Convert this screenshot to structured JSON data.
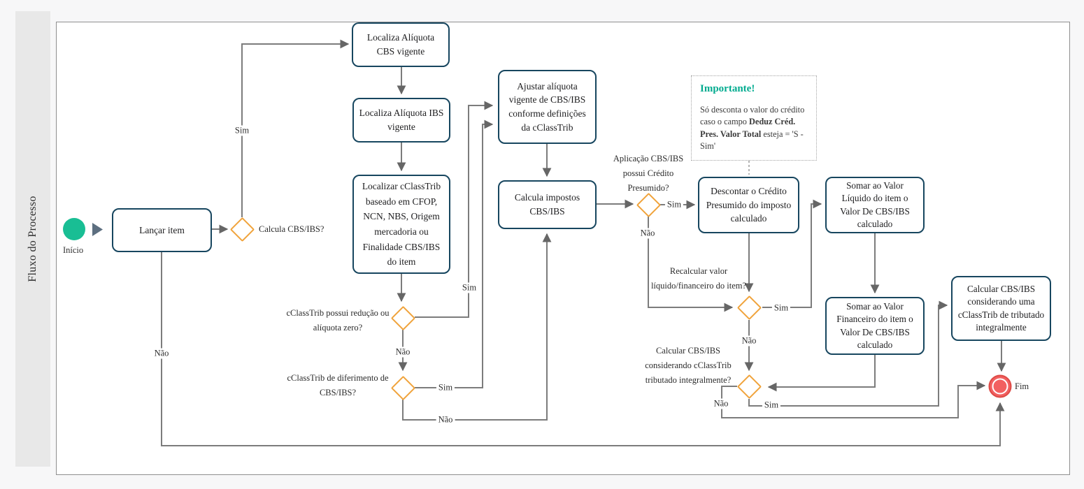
{
  "lane": {
    "title": "Fluxo do Processo"
  },
  "start": {
    "label": "Início"
  },
  "end": {
    "label": "Fim"
  },
  "nodes": {
    "lancar_item": {
      "label": "Lançar item"
    },
    "localiza_cbs": {
      "label": "Localiza Alíquota CBS vigente"
    },
    "localiza_ibs": {
      "label": "Localiza Alíquota IBS vigente"
    },
    "localizar_cclasstrib": {
      "label": "Localizar cClassTrib baseado em CFOP, NCN, NBS, Origem mercadoria ou Finalidade CBS/IBS do item"
    },
    "ajustar_aliquota": {
      "label": "Ajustar alíquota vigente de CBS/IBS conforme definições da cClassTrib"
    },
    "calcula_impostos": {
      "label": "Calcula impostos CBS/IBS"
    },
    "descontar_credito": {
      "label": "Descontar o Crédito Presumido do imposto calculado"
    },
    "somar_liquido": {
      "label": "Somar ao Valor Líquido do item o Valor De CBS/IBS calculado"
    },
    "somar_financeiro": {
      "label": "Somar ao Valor Financeiro do item o Valor De CBS/IBS calculado"
    },
    "calcular_integral": {
      "label": "Calcular CBS/IBS considerando uma cClassTrib de tributado integralmente"
    }
  },
  "decisions": {
    "calcula_cbs_ibs": {
      "label": "Calcula CBS/IBS?"
    },
    "reducao_aliquota_zero": {
      "label": "cClassTrib possui redução ou alíquota zero?"
    },
    "diferimento": {
      "label": "cClassTrib de diferimento de CBS/IBS?"
    },
    "credito_presumido": {
      "label": "Aplicação CBS/IBS possui Crédito Presumido?"
    },
    "recalcular_valor": {
      "label": "Recalcular valor líquido/financeiro do item?"
    },
    "tributado_integralmente": {
      "label": "Calcular CBS/IBS considerando cClassTrib tributado integralmente?"
    }
  },
  "labels": {
    "sim": "Sim",
    "nao": "Não"
  },
  "note": {
    "title": "Importante!",
    "text_before": "Só desconta o valor do crédito caso  o campo ",
    "text_bold": "Deduz Créd. Pres. Valor Total",
    "text_after": " esteja  = 'S - Sim'"
  },
  "colors": {
    "start_green": "#19be94",
    "end_red": "#f26060",
    "diamond_orange": "#f0a33b",
    "box_border": "#17465f",
    "connector_gray": "#7c7c7c",
    "note_accent": "#00ab8f"
  }
}
